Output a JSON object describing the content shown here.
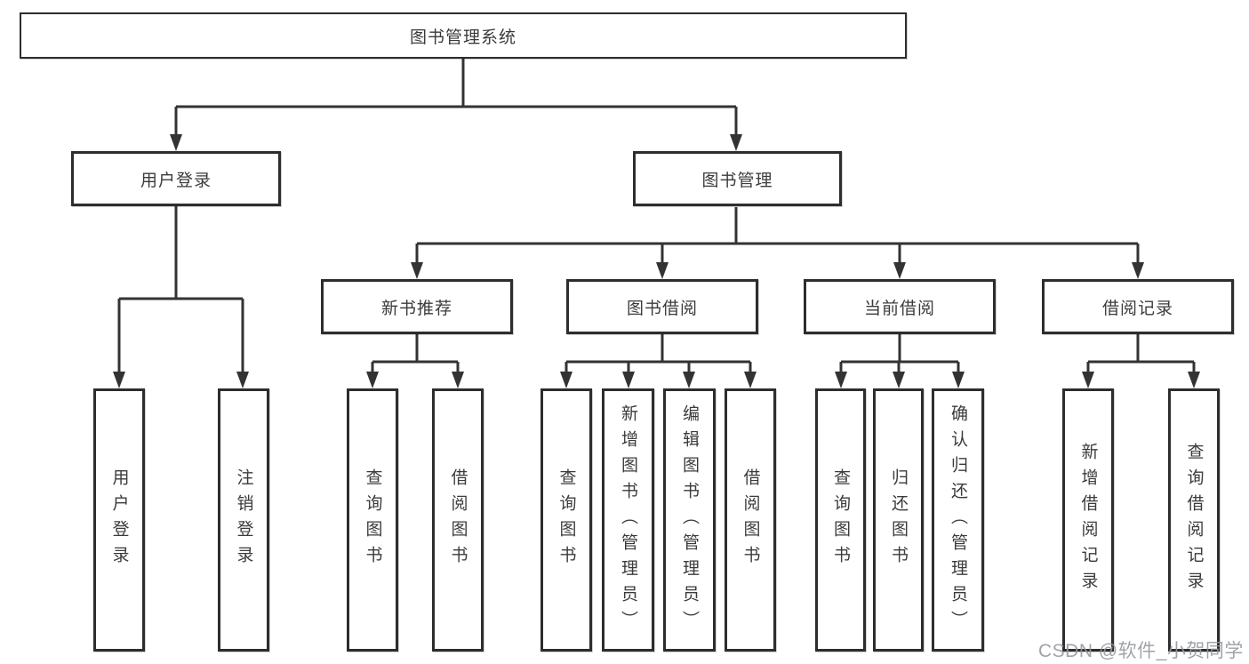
{
  "colors": {
    "line": "#333333",
    "box_border": "#2d2d2d",
    "box_background": "#ffffff",
    "text": "#3b3b3b",
    "watermark": "#969a9e"
  },
  "diagram": {
    "root": {
      "label": "图书管理系统"
    },
    "branches": [
      {
        "label": "用户登录",
        "children": [
          {
            "label": "用户登录"
          },
          {
            "label": "注销登录"
          }
        ]
      },
      {
        "label": "图书管理",
        "children": [
          {
            "label": "新书推荐",
            "children": [
              {
                "label": "查询图书"
              },
              {
                "label": "借阅图书"
              }
            ]
          },
          {
            "label": "图书借阅",
            "children": [
              {
                "label": "查询图书"
              },
              {
                "label": "新增图书（管理员）"
              },
              {
                "label": "编辑图书（管理员）"
              },
              {
                "label": "借阅图书"
              }
            ]
          },
          {
            "label": "当前借阅",
            "children": [
              {
                "label": "查询图书"
              },
              {
                "label": "归还图书"
              },
              {
                "label": "确认归还（管理员）"
              }
            ]
          },
          {
            "label": "借阅记录",
            "children": [
              {
                "label": "新增借阅记录"
              },
              {
                "label": "查询借阅记录"
              }
            ]
          }
        ]
      }
    ]
  },
  "watermark": {
    "text": "CSDN @软件_小贺同学"
  }
}
